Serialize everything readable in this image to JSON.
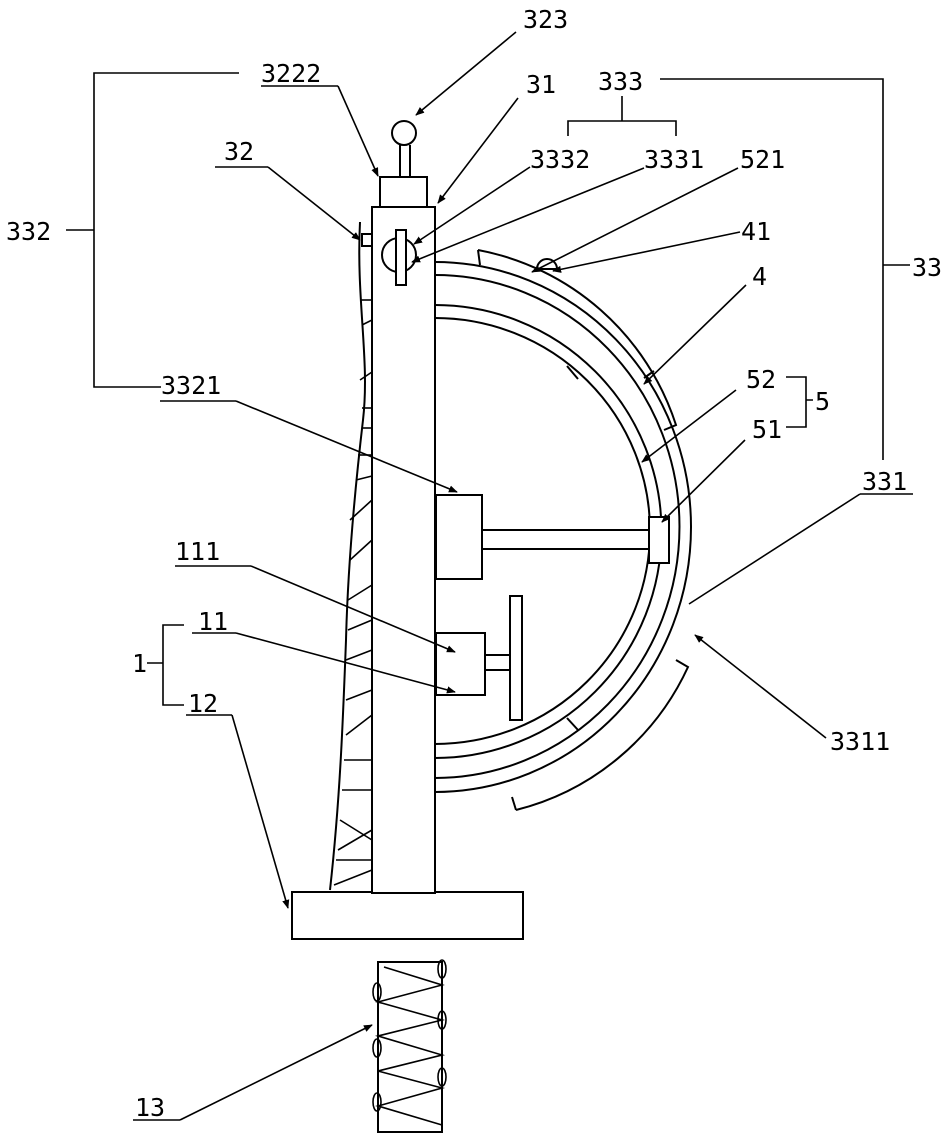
{
  "labels": {
    "l323": "323",
    "l3222": "3222",
    "l31": "31",
    "l333": "333",
    "l32": "32",
    "l3332": "3332",
    "l3331": "3331",
    "l521": "521",
    "l332": "332",
    "l33": "33",
    "l41": "41",
    "l4": "4",
    "l3321": "3321",
    "l52": "52",
    "l5": "5",
    "l51": "51",
    "l331": "331",
    "l111": "111",
    "l11": "11",
    "l1": "1",
    "l12": "12",
    "l3311": "3311",
    "l13": "13"
  }
}
